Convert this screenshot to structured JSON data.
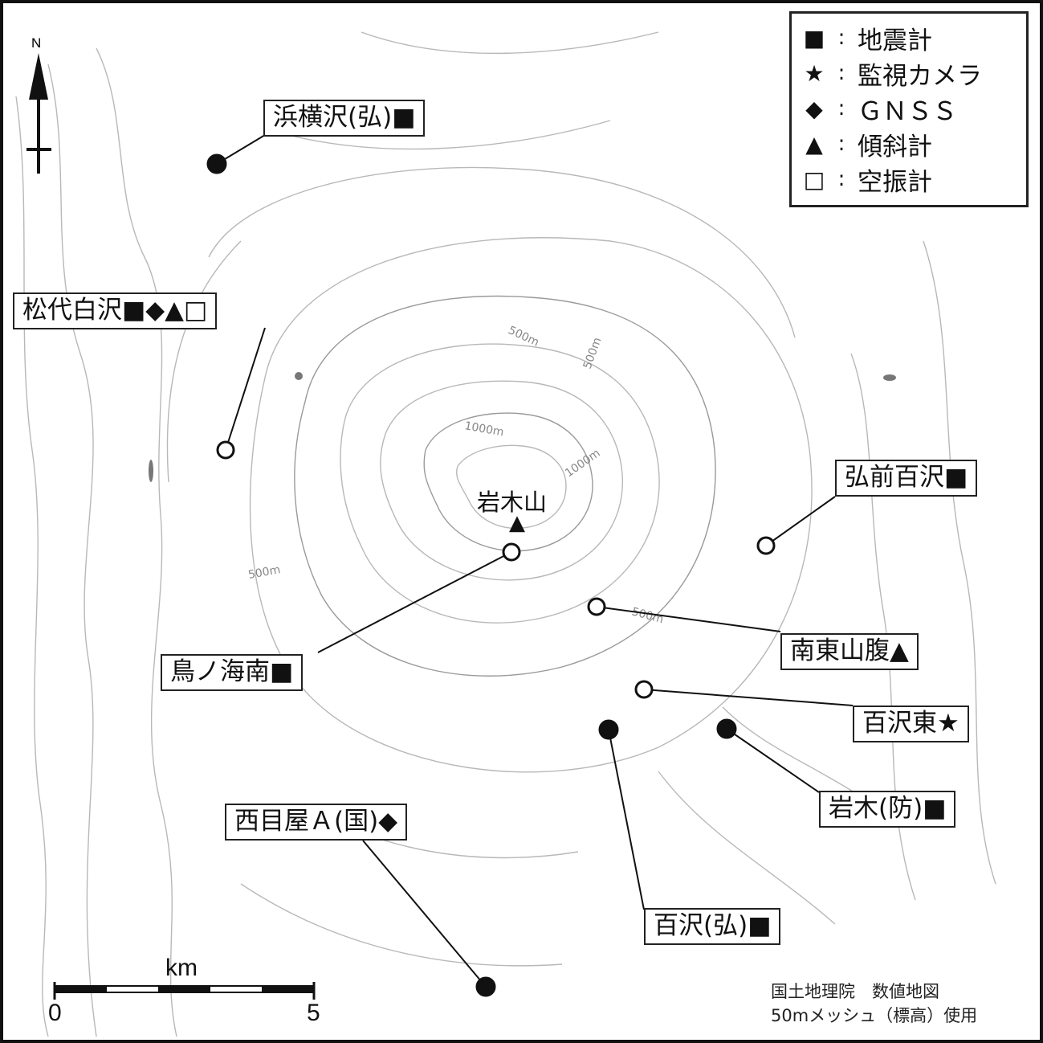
{
  "legend": [
    {
      "symbol": "■",
      "colon": ":",
      "label": "地震計"
    },
    {
      "symbol": "★",
      "colon": ":",
      "label": "監視カメラ"
    },
    {
      "symbol": "◆",
      "colon": ":",
      "label": "ＧＮＳＳ"
    },
    {
      "symbol": "▲",
      "colon": ":",
      "label": "傾斜計"
    },
    {
      "symbol": "□",
      "colon": ":",
      "label": "空振計"
    }
  ],
  "peak": {
    "name": "岩木山",
    "symbol": "▲"
  },
  "stations": [
    {
      "label": "浜横沢(弘)■",
      "marker": "filled"
    },
    {
      "label": "松代白沢■◆▲□",
      "marker": "open"
    },
    {
      "label": "弘前百沢■",
      "marker": "open"
    },
    {
      "label": "鳥ノ海南■",
      "marker": "open"
    },
    {
      "label": "南東山腹▲",
      "marker": "open"
    },
    {
      "label": "百沢東★",
      "marker": "open"
    },
    {
      "label": "岩木(防)■",
      "marker": "filled"
    },
    {
      "label": "西目屋Ａ(国)◆",
      "marker": "filled"
    },
    {
      "label": "百沢(弘)■",
      "marker": "filled"
    }
  ],
  "contours": {
    "labels": [
      "500m",
      "500m",
      "1000m",
      "1000m",
      "500m",
      "500m"
    ]
  },
  "scale": {
    "unit": "km",
    "min": "0",
    "max": "5"
  },
  "north": "N",
  "credit": {
    "line1": "国土地理院　数値地図",
    "line2": "50mメッシュ（標高）使用"
  }
}
